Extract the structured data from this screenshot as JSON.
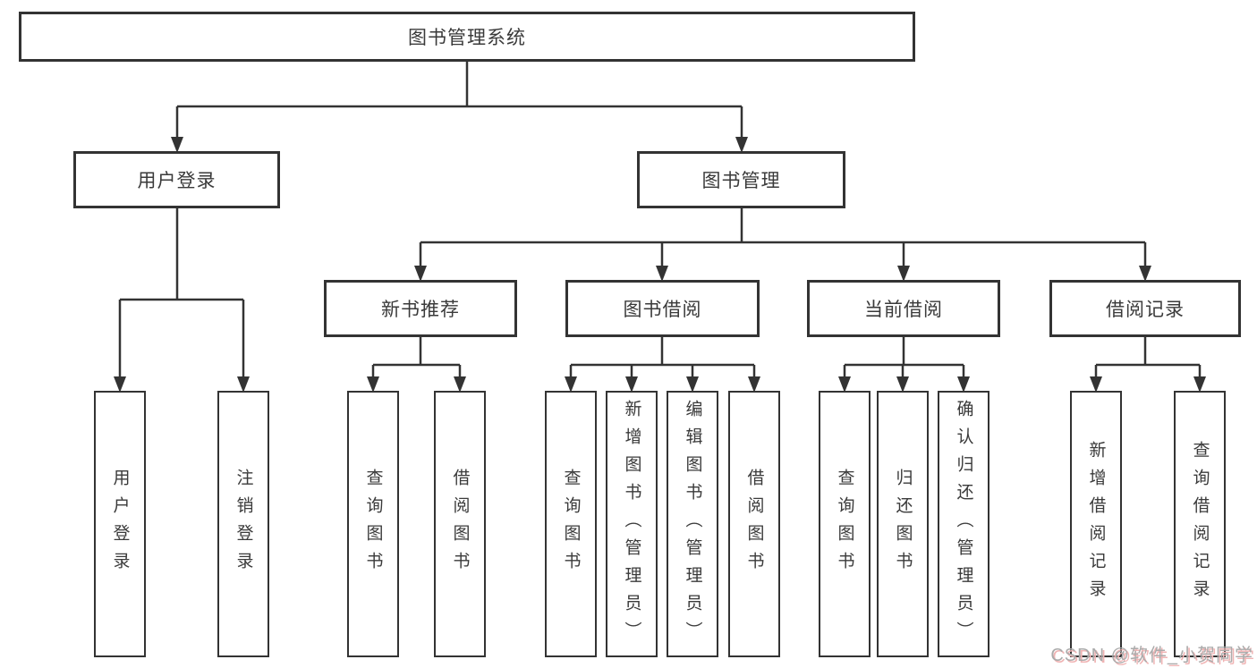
{
  "nodes": {
    "root": "图书管理系统",
    "user_login": "用户登录",
    "book_mgmt": "图书管理",
    "new_book": "新书推荐",
    "book_borrow": "图书借阅",
    "current_borrow": "当前借阅",
    "borrow_record": "借阅记录",
    "leaves": {
      "user_login": [
        "用户登录",
        "注销登录"
      ],
      "new_book": [
        "查询图书",
        "借阅图书"
      ],
      "book_borrow": [
        "查询图书",
        "新增图书（管理员）",
        "编辑图书（管理员）",
        "借阅图书"
      ],
      "current_borrow": [
        "查询图书",
        "归还图书",
        "确认归还（管理员）"
      ],
      "borrow_record": [
        "新增借阅记录",
        "查询借阅记录"
      ]
    }
  },
  "watermark": "CSDN @软件_小贺同学",
  "colors": {
    "line": "#333333",
    "text": "#3a3a3a",
    "background": "#ffffff",
    "watermark_text": "#ababab",
    "watermark_shadow": "#f0b4b4"
  }
}
